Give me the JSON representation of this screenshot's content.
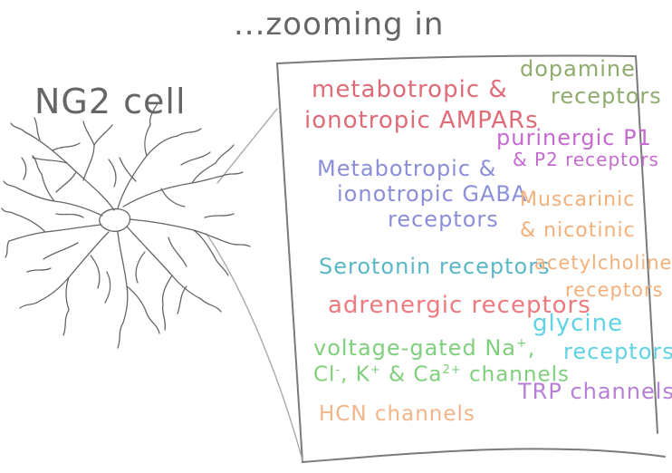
{
  "header": {
    "zoom_label": "...zooming in",
    "cell_label": "NG2 cell"
  },
  "receptors": {
    "metabotropic_ampa_line1": "metabotropic &",
    "metabotropic_ampa_line2": "ionotropic AMPARs",
    "metabotropic_gaba_line1": "Metabotropic &",
    "metabotropic_gaba_line2": "ionotropic GABA",
    "metabotropic_gaba_line3": "receptors",
    "serotonin": "Serotonin receptors",
    "adrenergic": "adrenergic receptors",
    "voltage_line1": "voltage-gated Na",
    "voltage_sup1": "+",
    "voltage_sep": ",",
    "voltage_line2a": "Cl",
    "voltage_sup2": "-",
    "voltage_line2b": ", K",
    "voltage_sup3": "+",
    "voltage_line2c": " & Ca",
    "voltage_sup4": "2+",
    "voltage_line2d": " channels",
    "hcn": "HCN channels",
    "dopamine_line1": "dopamine",
    "dopamine_line2": "receptors",
    "purinergic_line1": "purinergic P1",
    "purinergic_line2": "& P2 receptors",
    "muscarinic_line1": "Muscarinic",
    "muscarinic_line2": "& nicotinic",
    "acetylcholine_line1": "acetylcholine",
    "acetylcholine_line2": "receptors",
    "glycine_line1": "glycine",
    "glycine_line2": "receptors",
    "trp": "TRP channels"
  },
  "colors": {
    "ampa": "#e06b78",
    "gaba": "#8a8fd8",
    "serotonin": "#5bb8c7",
    "adrenergic": "#ee7a80",
    "voltage": "#7fcf7c",
    "hcn": "#f2b58a",
    "dopamine": "#8fab6e",
    "purinergic": "#c56ad0",
    "muscarinic": "#f4b07a",
    "glycine": "#5fd3e3",
    "trp": "#b77fd6",
    "ink": "#666666",
    "frame": "#7a7a7a"
  }
}
